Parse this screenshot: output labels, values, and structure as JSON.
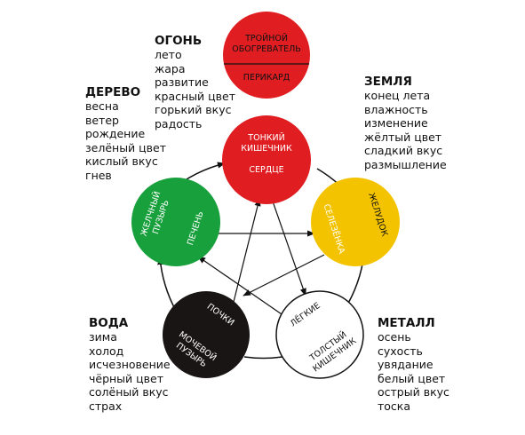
{
  "colors": {
    "fire": "#e01e22",
    "earth": "#f3c300",
    "metal": "#ffffff",
    "water": "#1a1515",
    "wood": "#18a03c",
    "outline": "#111111",
    "label_light": "#ffffff",
    "label_dark": "#111111"
  },
  "circles": {
    "triple": {
      "top": "ТРОЙНОЙ",
      "top2": "ОБОГРЕВАТЕЛЬ",
      "bottom": "ПЕРИКАРД"
    },
    "fire": {
      "top": "ТОНКИЙ",
      "top2": "КИШЕЧНИК",
      "bottom": "СЕРДЦЕ"
    },
    "earth": {
      "outer": "ЖЕЛУДОК",
      "inner": "СЕЛЕЗЁНКА"
    },
    "metal": {
      "inner": "ЛЁГКИЕ",
      "outer": "ТОЛСТЫЙ",
      "outer2": "КИШЕЧНИК"
    },
    "water": {
      "inner": "ПОЧКИ",
      "outer": "МОЧЕВОЙ",
      "outer2": "ПУЗЫРЬ"
    },
    "wood": {
      "outer": "ЖЕЛЧНЫЙ",
      "outer2": "ПУЗЫРЬ",
      "inner": "ПЕЧЕНЬ"
    }
  },
  "elements": {
    "fire": {
      "title": "ОГОНЬ",
      "lines": [
        "лето",
        "жара",
        "развитие",
        "красный цвет",
        "горький вкус",
        "радость"
      ]
    },
    "earth": {
      "title": "ЗЕМЛЯ",
      "lines": [
        "конец лета",
        "влажность",
        "изменение",
        "жёлтый цвет",
        "сладкий вкус",
        "размышление"
      ]
    },
    "wood": {
      "title": "ДЕРЕВО",
      "lines": [
        "весна",
        "ветер",
        "рождение",
        "зелёный цвет",
        "кислый вкус",
        "гнев"
      ]
    },
    "water": {
      "title": "ВОДА",
      "lines": [
        "зима",
        "холод",
        "исчезновение",
        "чёрный цвет",
        "солёный вкус",
        "страх"
      ]
    },
    "metal": {
      "title": "МЕТАЛЛ",
      "lines": [
        "осень",
        "сухость",
        "увядание",
        "белый цвет",
        "острый вкус",
        "тоска"
      ]
    }
  }
}
